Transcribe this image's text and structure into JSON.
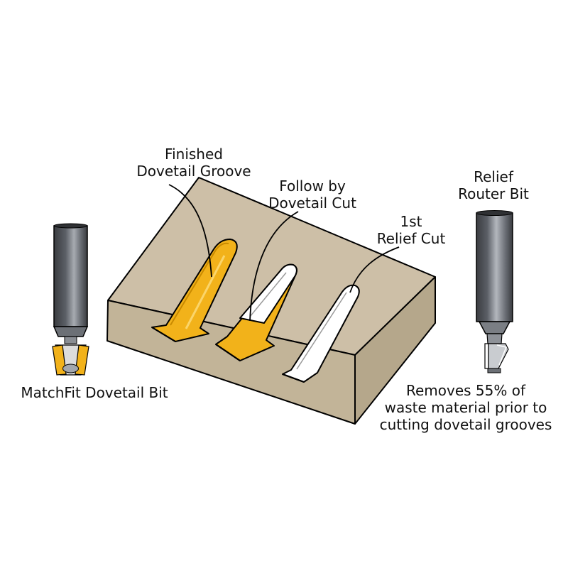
{
  "labels": {
    "finished_line1": "Finished",
    "finished_line2": "Dovetail Groove",
    "follow_line1": "Follow by",
    "follow_line2": "Dovetail Cut",
    "relief_cut_line1": "1st",
    "relief_cut_line2": "Relief Cut",
    "relief_bit_line1": "Relief",
    "relief_bit_line2": "Router Bit",
    "matchfit_bit": "MatchFit Dovetail Bit",
    "removes_line1": "Removes 55% of",
    "removes_line2": "waste material prior to",
    "removes_line3": "cutting dovetail grooves"
  },
  "colors": {
    "block_top": "#cdbfa7",
    "block_front": "#c2b498",
    "block_side": "#b5a78b",
    "dovetail_yellow": "#f2b21a",
    "bit_shank_dark": "#4a4d52",
    "bit_shank_light": "#9ea2a8",
    "outline": "#000000",
    "background": "#ffffff"
  },
  "icons": {
    "left_bit": "dovetail-router-bit-icon",
    "right_bit": "relief-router-bit-icon"
  }
}
